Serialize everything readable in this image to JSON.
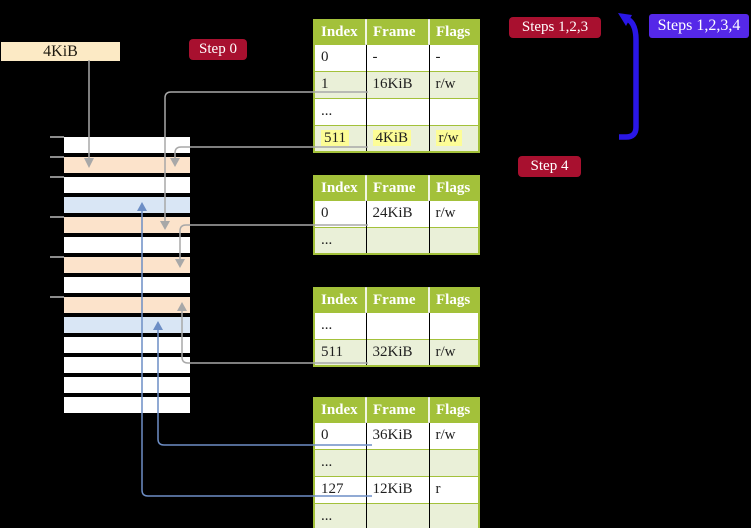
{
  "palette": {
    "background": "#000000",
    "badge_red": "#a8102f",
    "badge_blue": "#5528e8",
    "header_green": "#a3c13a",
    "row_green": "#eaf0d8",
    "highlight_yellow": "#fdfd96",
    "stack_peach": "#fce3cb",
    "stack_blue": "#d9e6f5",
    "box_wheat": "#fceac5",
    "connector_gray": "#a8a8a8",
    "connector_blue": "#6d8ec5",
    "bracket_blue": "#2a17e6",
    "tick_gray": "#8c8c8c"
  },
  "frame_box": {
    "label": "4KiB"
  },
  "badges": {
    "step0": "Step 0",
    "steps123": "Steps 1,2,3",
    "steps1234": "Steps 1,2,3,4",
    "step4": "Step 4"
  },
  "tables": [
    {
      "headers": [
        "Index",
        "Frame",
        "Flags"
      ],
      "rows": [
        {
          "cells": [
            "0",
            "-",
            "-"
          ],
          "shade": false,
          "highlight": false
        },
        {
          "cells": [
            "1",
            "16KiB",
            "r/w"
          ],
          "shade": true,
          "highlight": false
        },
        {
          "cells": [
            "...",
            "",
            ""
          ],
          "shade": false,
          "highlight": false
        },
        {
          "cells": [
            "511",
            "4KiB",
            "r/w"
          ],
          "shade": true,
          "highlight": true
        }
      ]
    },
    {
      "headers": [
        "Index",
        "Frame",
        "Flags"
      ],
      "rows": [
        {
          "cells": [
            "0",
            "24KiB",
            "r/w"
          ],
          "shade": false,
          "highlight": false
        },
        {
          "cells": [
            "...",
            "",
            ""
          ],
          "shade": true,
          "highlight": false
        }
      ]
    },
    {
      "headers": [
        "Index",
        "Frame",
        "Flags"
      ],
      "rows": [
        {
          "cells": [
            "...",
            "",
            ""
          ],
          "shade": false,
          "highlight": false
        },
        {
          "cells": [
            "511",
            "32KiB",
            "r/w"
          ],
          "shade": true,
          "highlight": false
        }
      ]
    },
    {
      "headers": [
        "Index",
        "Frame",
        "Flags"
      ],
      "rows": [
        {
          "cells": [
            "0",
            "36KiB",
            "r/w"
          ],
          "shade": false,
          "highlight": false
        },
        {
          "cells": [
            "...",
            "",
            ""
          ],
          "shade": true,
          "highlight": false
        },
        {
          "cells": [
            "127",
            "12KiB",
            "r"
          ],
          "shade": false,
          "highlight": false
        },
        {
          "cells": [
            "...",
            "",
            ""
          ],
          "shade": true,
          "highlight": false
        }
      ]
    }
  ],
  "memory_stack": {
    "rows": [
      "white",
      "peach",
      "white",
      "blue",
      "peach",
      "white",
      "peach",
      "white",
      "peach",
      "blue",
      "white",
      "white",
      "white",
      "white"
    ]
  }
}
